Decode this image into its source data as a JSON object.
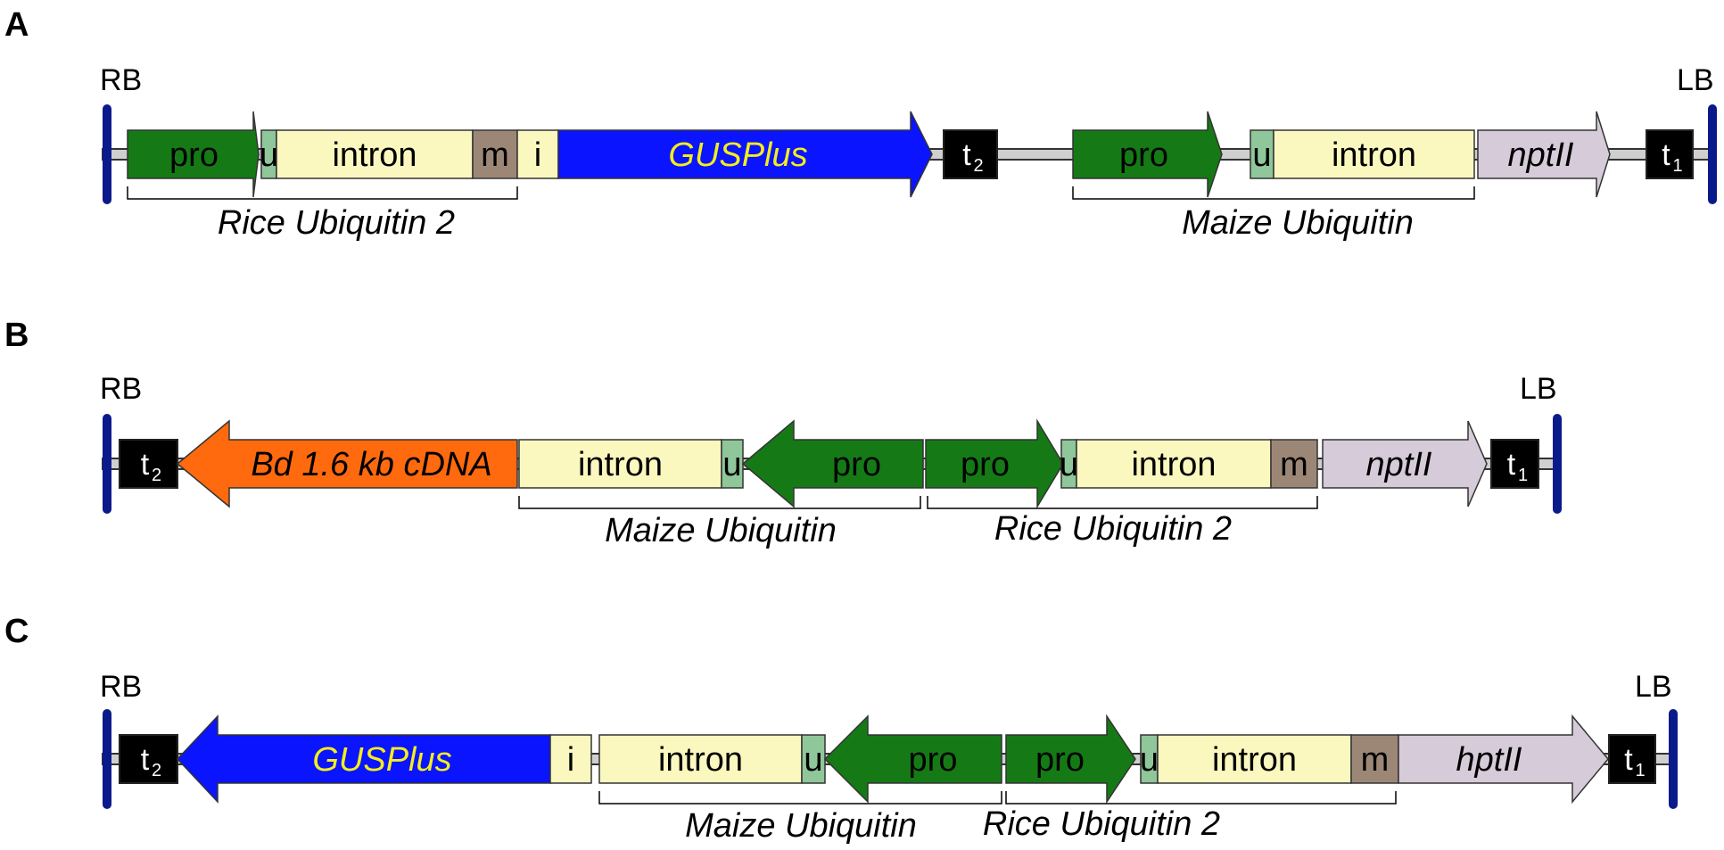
{
  "colors": {
    "promoter": "#157a16",
    "utr": "#8fc79a",
    "intron": "#fbf8bf",
    "m": "#9c8777",
    "i": "#fbf8bf",
    "gus": "#0a14ff",
    "gus_text": "#f5ee1b",
    "cdna": "#ff6a0f",
    "selectable": "#d6cbd8",
    "terminator": "#000000",
    "border": "#0b1a8a",
    "backbone": "#cfcfcf"
  },
  "panels": [
    {
      "label": "A",
      "rb": "RB",
      "lb": "LB",
      "elements": [
        {
          "type": "arrow-right",
          "kind": "promoter",
          "text": "pro"
        },
        {
          "type": "box",
          "kind": "utr",
          "text": "u"
        },
        {
          "type": "box",
          "kind": "intron",
          "text": "intron"
        },
        {
          "type": "box",
          "kind": "m",
          "text": "m"
        },
        {
          "type": "box",
          "kind": "i",
          "text": "i"
        },
        {
          "type": "arrow-right",
          "kind": "gus",
          "text": "GUSPlus",
          "italic": true
        },
        {
          "type": "terminator",
          "text": "t",
          "sub": "2"
        },
        {
          "type": "arrow-right",
          "kind": "promoter",
          "text": "pro"
        },
        {
          "type": "box",
          "kind": "utr",
          "text": "u"
        },
        {
          "type": "box",
          "kind": "intron",
          "text": "intron"
        },
        {
          "type": "arrow-right",
          "kind": "selectable",
          "text": "nptII",
          "italic": true
        },
        {
          "type": "terminator",
          "text": "t",
          "sub": "1"
        }
      ],
      "brackets": [
        "Rice Ubiquitin 2",
        "Maize Ubiquitin"
      ]
    },
    {
      "label": "B",
      "rb": "RB",
      "lb": "LB",
      "elements": [
        {
          "type": "terminator",
          "text": "t",
          "sub": "2"
        },
        {
          "type": "arrow-left",
          "kind": "cdna",
          "text": "Bd 1.6 kb cDNA",
          "italic": true
        },
        {
          "type": "box",
          "kind": "intron",
          "text": "intron"
        },
        {
          "type": "box",
          "kind": "utr",
          "text": "u"
        },
        {
          "type": "arrow-left",
          "kind": "promoter",
          "text": "pro"
        },
        {
          "type": "arrow-right",
          "kind": "promoter",
          "text": "pro"
        },
        {
          "type": "box",
          "kind": "utr",
          "text": "u"
        },
        {
          "type": "box",
          "kind": "intron",
          "text": "intron"
        },
        {
          "type": "box",
          "kind": "m",
          "text": "m"
        },
        {
          "type": "arrow-right",
          "kind": "selectable",
          "text": "nptII",
          "italic": true
        },
        {
          "type": "terminator",
          "text": "t",
          "sub": "1"
        }
      ],
      "brackets": [
        "Maize Ubiquitin",
        "Rice Ubiquitin 2"
      ]
    },
    {
      "label": "C",
      "rb": "RB",
      "lb": "LB",
      "elements": [
        {
          "type": "terminator",
          "text": "t",
          "sub": "2"
        },
        {
          "type": "arrow-left",
          "kind": "gus",
          "text": "GUSPlus",
          "italic": true
        },
        {
          "type": "box",
          "kind": "i",
          "text": "i"
        },
        {
          "type": "box",
          "kind": "intron",
          "text": "intron"
        },
        {
          "type": "box",
          "kind": "utr",
          "text": "u"
        },
        {
          "type": "arrow-left",
          "kind": "promoter",
          "text": "pro"
        },
        {
          "type": "arrow-right",
          "kind": "promoter",
          "text": "pro"
        },
        {
          "type": "box",
          "kind": "utr",
          "text": "u"
        },
        {
          "type": "box",
          "kind": "intron",
          "text": "intron"
        },
        {
          "type": "box",
          "kind": "m",
          "text": "m"
        },
        {
          "type": "arrow-right",
          "kind": "selectable",
          "text": "hptII",
          "italic": true
        },
        {
          "type": "terminator",
          "text": "t",
          "sub": "1"
        }
      ],
      "brackets": [
        "Maize Ubiquitin",
        "Rice Ubiquitin 2"
      ]
    }
  ]
}
